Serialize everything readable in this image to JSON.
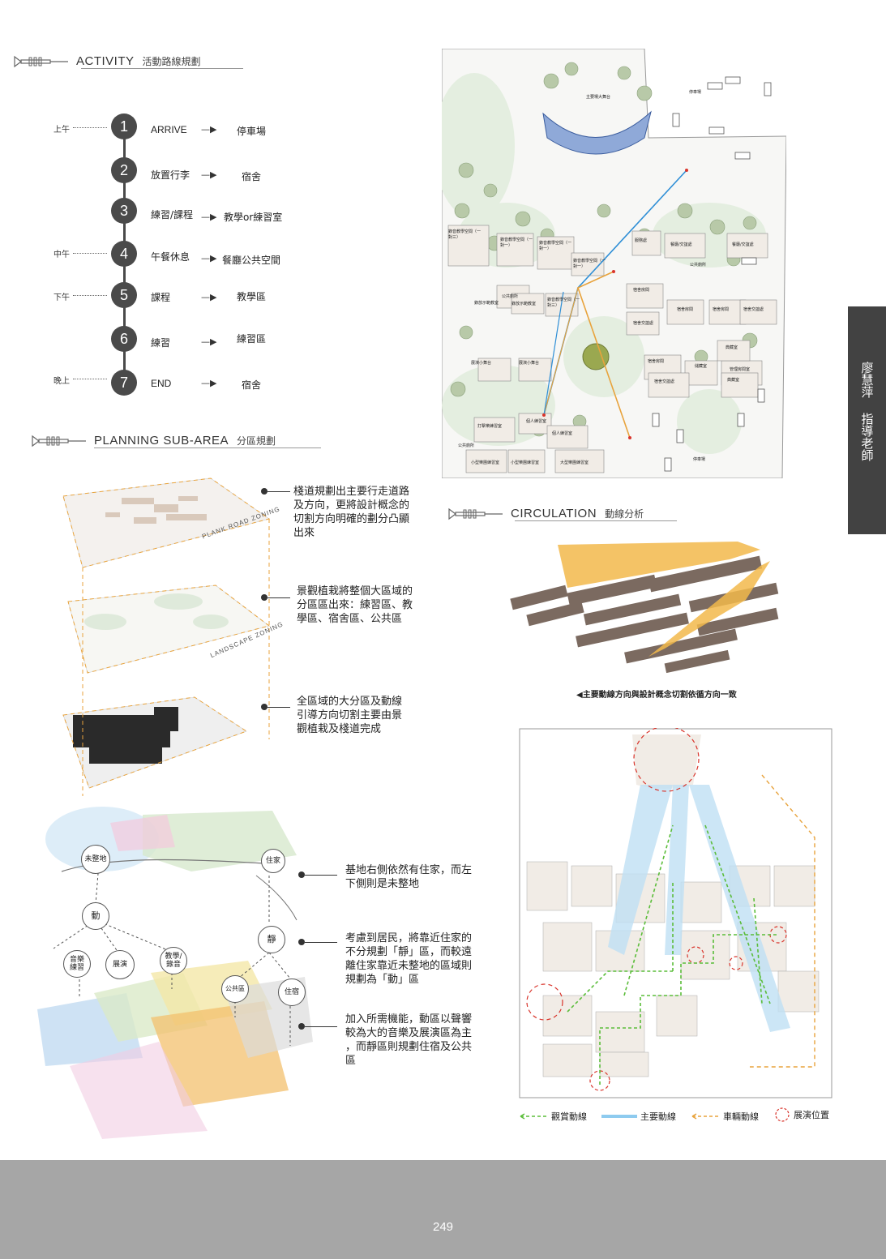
{
  "activity": {
    "title_en": "ACTIVITY",
    "title_zh": "活動路線規劃",
    "times": [
      "上午",
      "中午",
      "下午",
      "晚上"
    ],
    "steps": [
      {
        "num": "1",
        "label": "ARRIVE",
        "dest": "停車場"
      },
      {
        "num": "2",
        "label": "放置行李",
        "dest": "宿舍"
      },
      {
        "num": "3",
        "label": "練習/課程",
        "dest": "教學or練習室"
      },
      {
        "num": "4",
        "label": "午餐休息",
        "dest": "餐廳公共空間"
      },
      {
        "num": "5",
        "label": "課程",
        "dest": "教學區"
      },
      {
        "num": "6",
        "label": "練習",
        "dest": "練習區"
      },
      {
        "num": "7",
        "label": "END",
        "dest": "宿舍"
      }
    ]
  },
  "planning": {
    "title_en": "PLANNING SUB-AREA",
    "title_zh": "分區規劃",
    "layer1_label": "PLANK ROAD ZONING",
    "layer2_label": "LANDSCAPE ZONING",
    "desc1": [
      "棧道規劃出主要行走道路",
      "及方向，更將設計概念的",
      "切割方向明確的劃分凸顯",
      "出來"
    ],
    "desc2": [
      "景觀植栽將整個大區域的",
      "分區區出來：練習區、教",
      "學區、宿舍區、公共區"
    ],
    "desc3": [
      "全區域的大分區及動線",
      "引導方向切割主要由景",
      "觀植栽及棧道完成"
    ]
  },
  "zoning": {
    "nodes": {
      "unbuilt": "未整地",
      "house": "住家",
      "dynamic": "動",
      "static": "靜",
      "music": "音樂練習",
      "show": "展演",
      "teach": "教學/錄音",
      "public": "公共區",
      "dorm": "住宿"
    },
    "desc4": [
      "基地右側依然有住家，而左",
      "下側則是未整地"
    ],
    "desc5": [
      "考慮到居民，將靠近住家的",
      "不分規劃「靜」區，而較遠",
      "離住家靠近未整地的區域則",
      "規劃為「動」區"
    ],
    "desc6": [
      "加入所需機能，動區以聲響",
      "較為大的音樂及展演區為主",
      "，而靜區則規劃住宿及公共",
      "區"
    ]
  },
  "site_plan": {
    "labels": [
      "主要場大舞台",
      "停車場",
      "錄音教學空間（一對三）",
      "錄音教學空間（一對一）",
      "錄音教學空間（一對一）",
      "錄音教學空間（一對一）",
      "服務處",
      "餐廳/交誼處",
      "餐廳/交誼處",
      "公共廁所",
      "公共廁所",
      "錄放示範教室",
      "錄放示範教室",
      "錄音教學空間（一對三）",
      "宿舍房間",
      "宿舍房間",
      "宿舍房間",
      "宿舍交誼處",
      "宿舍交誼處",
      "展演小舞台",
      "展演小舞台",
      "典藏室",
      "宿舍房間",
      "儲藏室",
      "管理房間室",
      "宿舍交誼處",
      "典藏室",
      "打擊樂練習室",
      "個人練習室",
      "個人練習室",
      "公共廁所",
      "小型樂團練習室",
      "小型樂團練習室",
      "大型樂團練習室",
      "停車場"
    ]
  },
  "circulation": {
    "title_en": "CIRCULATION",
    "title_zh": "動線分析",
    "caption": "◀主要動線方向與設計概念切割依循方向一致",
    "legend": [
      "觀賞動線",
      "主要動線",
      "車輛動線",
      "展演位置"
    ]
  },
  "side_tab": {
    "name": "廖慧萍",
    "role": "指導老師"
  },
  "page_number": "249",
  "colors": {
    "node": "#4a4a4a",
    "orange": "#e8a33c",
    "blue": "#2f8fd6",
    "green": "#5bbd3a",
    "red": "#d9342b",
    "footer": "#a6a6a6",
    "tab": "#424242"
  }
}
